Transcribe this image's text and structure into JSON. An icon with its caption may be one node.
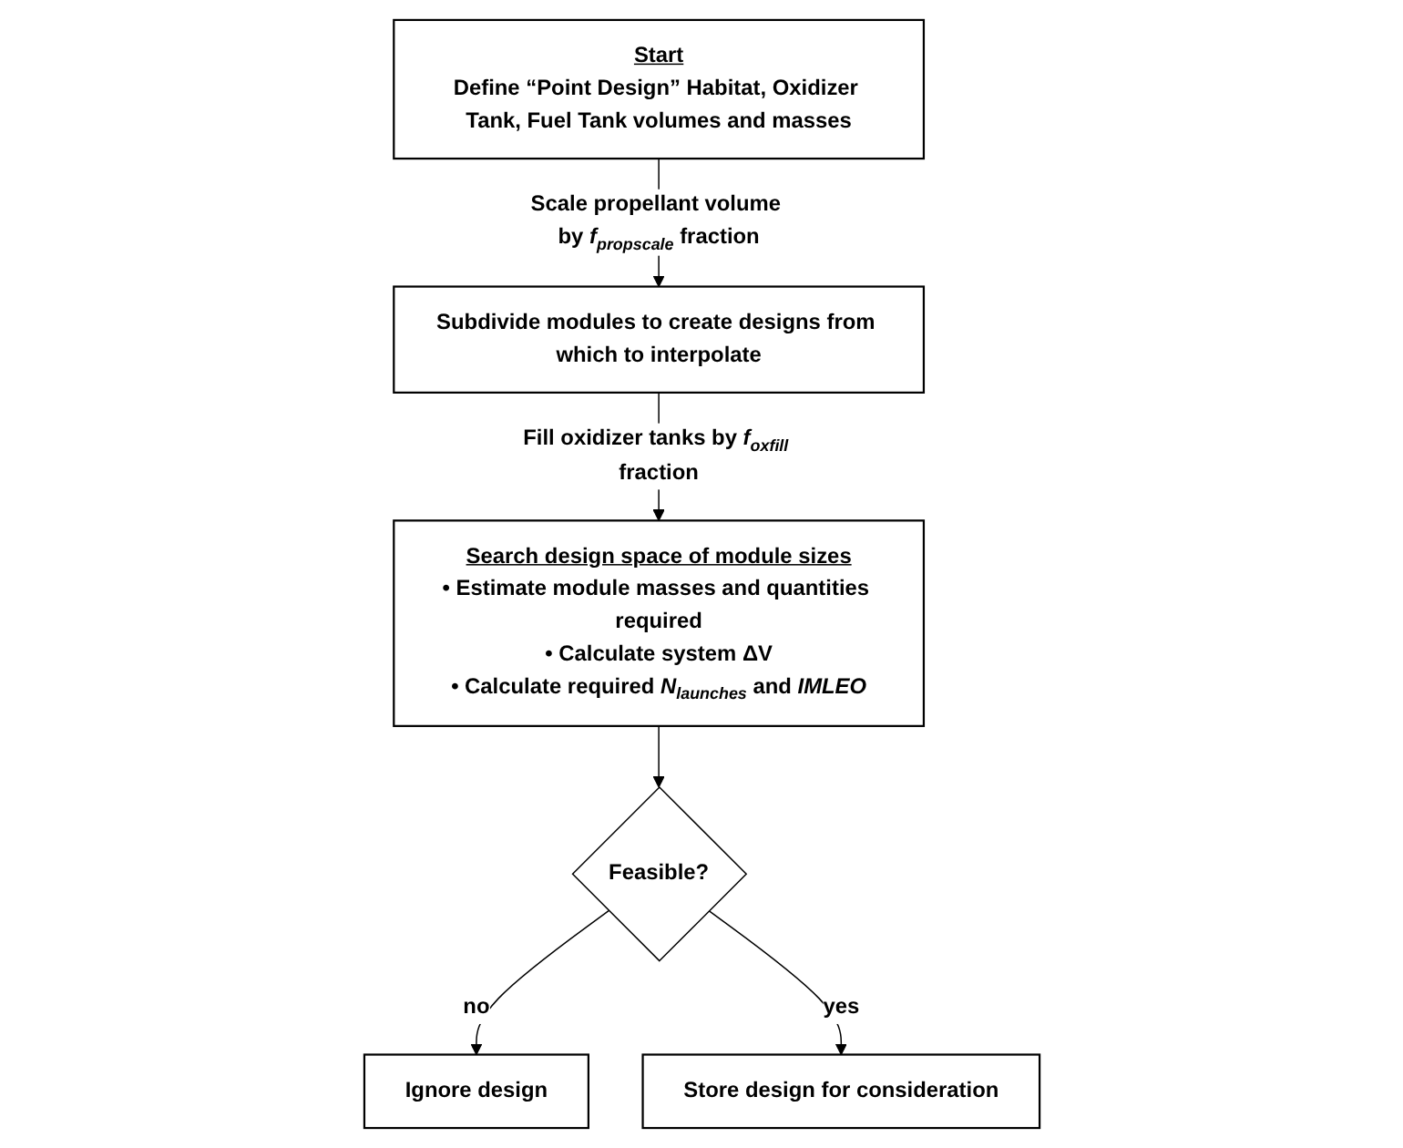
{
  "diagram": {
    "nodes": [
      {
        "text": [
          "Start",
          "Define “Point Design” Habitat, Oxidizer Tank, Fuel Tank volumes and masses"
        ]
      },
      {
        "text": [
          "Subdivide modules to create designs from which to interpolate"
        ]
      },
      {
        "text": [
          "Search design space of module sizes",
          "• Estimate module masses and quantities required",
          "• Calculate system ΔV",
          "• Calculate required *N*$_{launches}$ and *IMLEO*"
        ]
      },
      {
        "text": [
          "Feasible?"
        ]
      },
      {
        "text": [
          "Ignore design"
        ]
      },
      {
        "text": [
          "Store design for consideration"
        ]
      }
    ],
    "edges": [
      {
        "from": 0,
        "to": 1,
        "arrow": "to",
        "label": "Scale propellant volume by *f*$_{propscale}$ fraction"
      },
      {
        "from": 1,
        "to": 2,
        "arrow": "to",
        "label": "Fill oxidizer tanks by *f*$_{oxfill}$ fraction"
      },
      {
        "from": 2,
        "to": 3,
        "arrow": "to"
      },
      {
        "from": 3,
        "to": 4,
        "arrow": "to",
        "label": "no"
      },
      {
        "from": 3,
        "to": 5,
        "arrow": "to",
        "label": "yes"
      }
    ]
  }
}
